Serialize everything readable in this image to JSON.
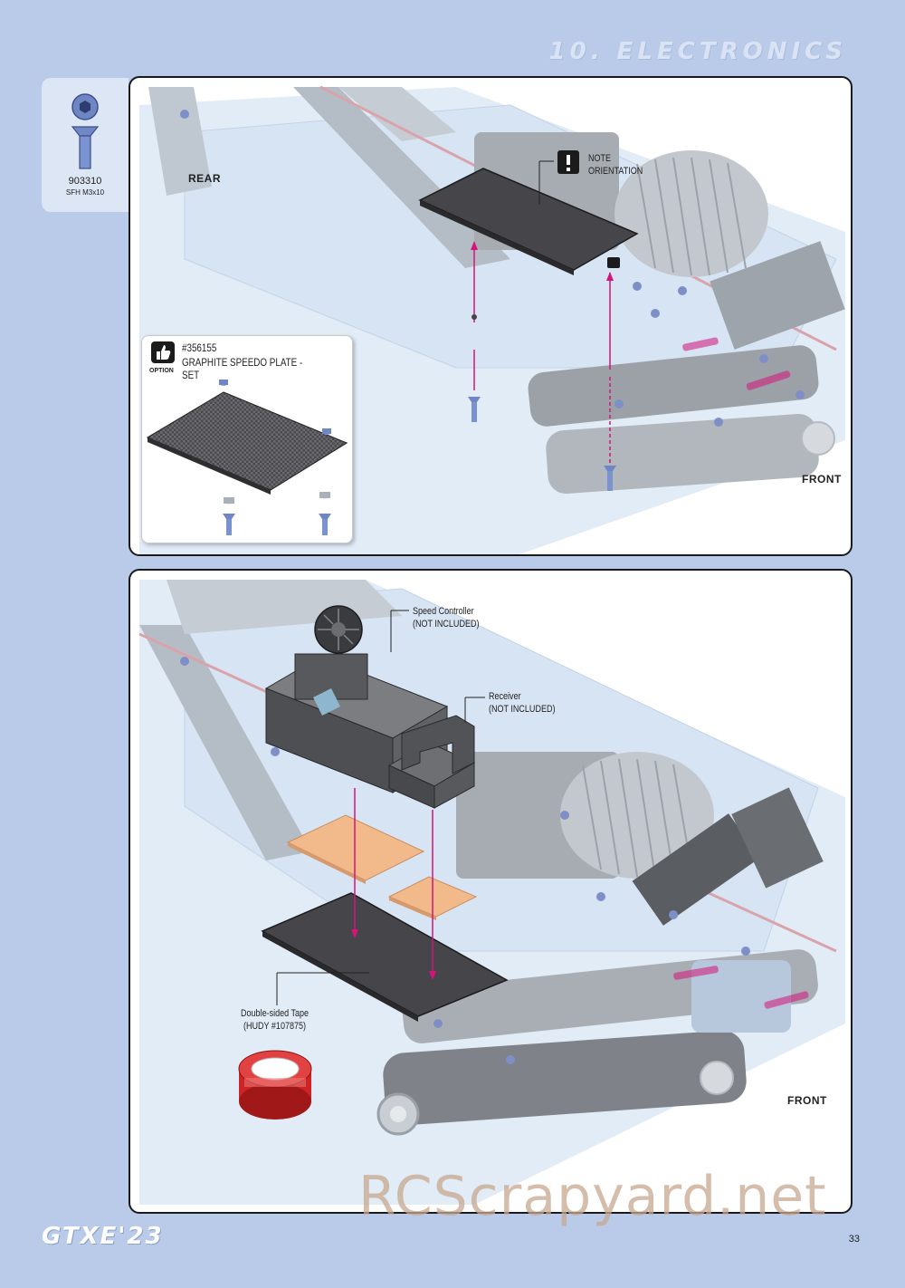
{
  "header": {
    "section_title": "10. ELECTRONICS"
  },
  "part": {
    "number": "903310",
    "description": "SFH M3x10"
  },
  "panel1": {
    "note_line1": "NOTE",
    "note_line2": "ORIENTATION",
    "rear_label": "REAR",
    "front_label": "FRONT",
    "option": {
      "badge": "OPTION",
      "part_number": "#356155",
      "part_name": "GRAPHITE SPEEDO PLATE - SET"
    }
  },
  "panel2": {
    "speed_controller_line1": "Speed Controller",
    "speed_controller_line2": "(NOT INCLUDED)",
    "receiver_line1": "Receiver",
    "receiver_line2": "(NOT INCLUDED)",
    "tape_line1": "Double-sided Tape",
    "tape_line2": "(HUDY #107875)",
    "front_label": "FRONT"
  },
  "footer": {
    "logo": "GTXE'23",
    "page_number": "33",
    "watermark": "RCScrapyard.net"
  },
  "colors": {
    "background": "#b9cbe9",
    "arrow": "#d4147a",
    "tape_pad": "#f2b98a",
    "chassis": "#e2ecf7"
  }
}
